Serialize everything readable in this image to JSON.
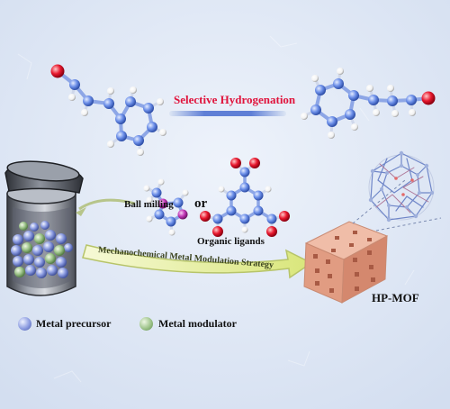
{
  "labels": {
    "selective_hydrogenation": "Selective Hydrogenation",
    "ball_milling": "Ball milling",
    "or": "or",
    "organic_ligands": "Organic ligands",
    "strategy_arrow": "Mechanochemical Metal Modulation Strategy",
    "hp_mof": "HP-MOF"
  },
  "legend": {
    "metal_precursor": "Metal precursor",
    "metal_modulator": "Metal modulator"
  },
  "colors": {
    "background": "#dde6f4",
    "hydrogenation_text": "#e0143c",
    "carbon_atom": "#6b8ee8",
    "oxygen_atom": "#e8182e",
    "nitrogen_atom": "#c238b8",
    "hydrogen_atom": "#ffffff",
    "cube": "#e7a48c",
    "arrow_fill": "#e9f0a8"
  }
}
